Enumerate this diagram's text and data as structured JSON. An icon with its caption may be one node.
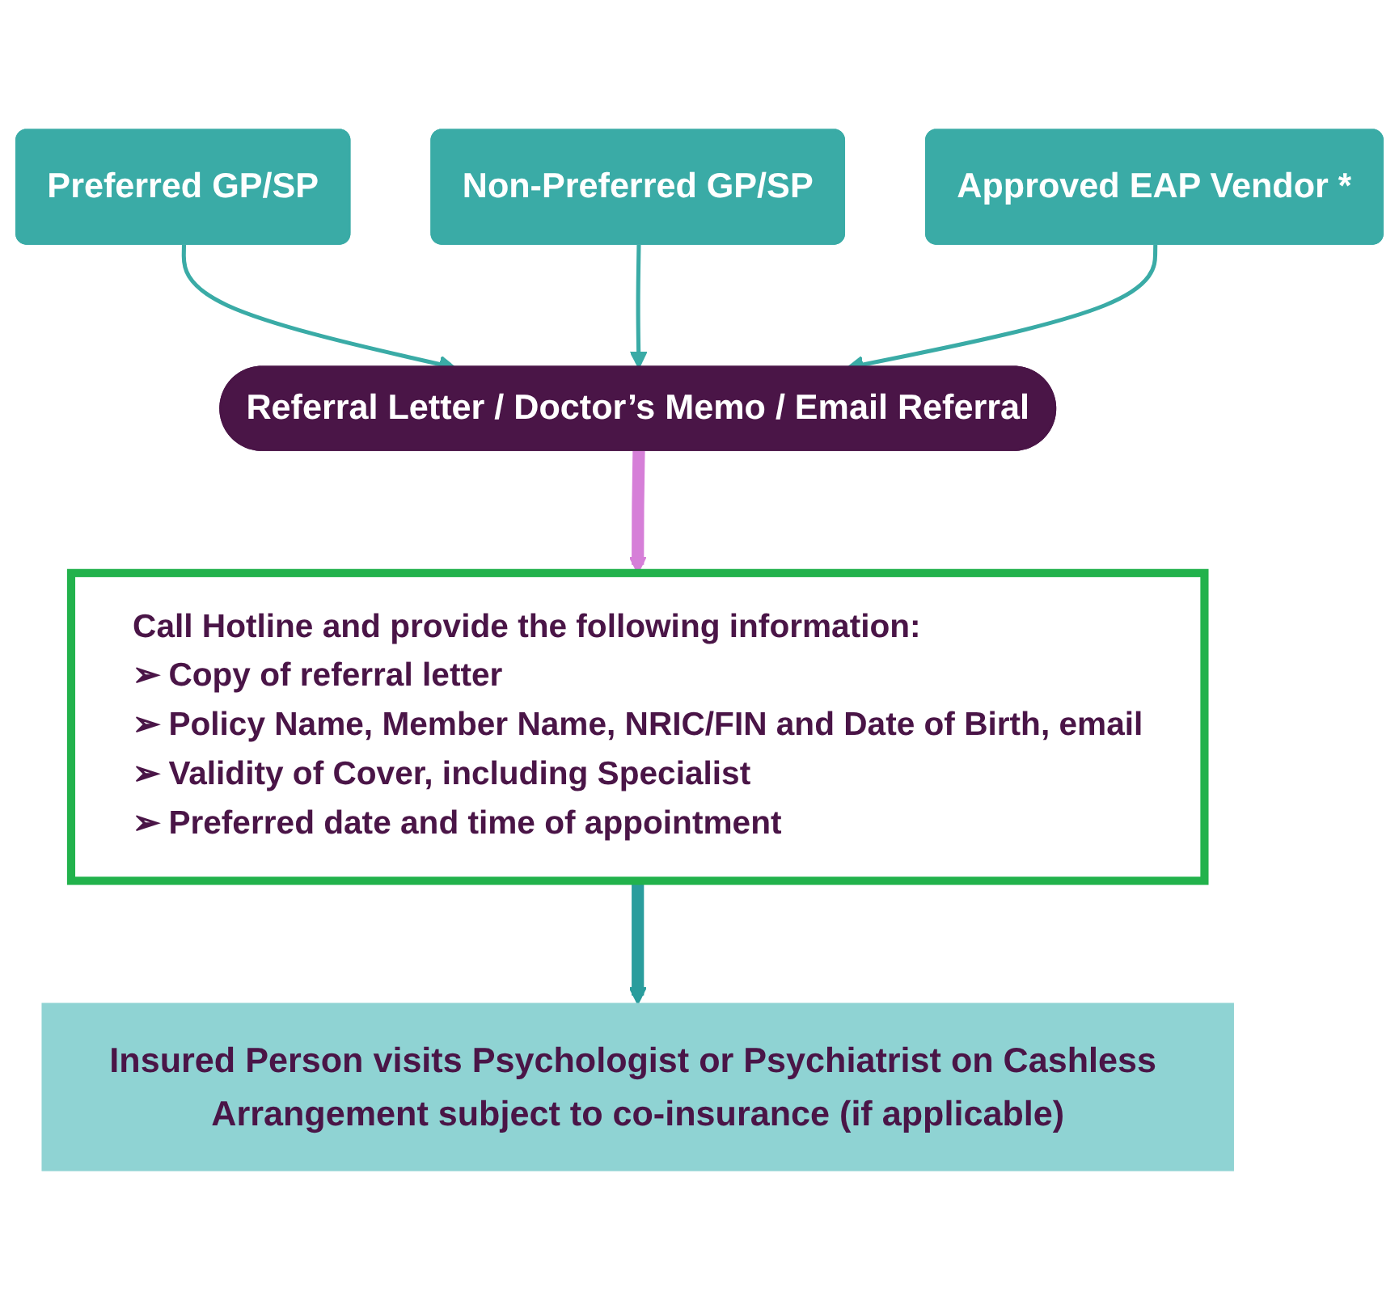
{
  "diagram": {
    "nodes": [
      {
        "text": [
          "Preferred GP/SP"
        ]
      },
      {
        "text": [
          "Non-Preferred GP/SP"
        ]
      },
      {
        "text": [
          "Approved EAP Vendor *"
        ]
      },
      {
        "text": [
          "Referral Letter / Doctor’s Memo / Email Referral"
        ]
      },
      {
        "text": [
          "Call Hotline and provide the following information:",
          "➢ Copy of referral letter",
          "➢ Policy Name, Member Name, NRIC/FIN and Date of Birth, email",
          "➢ Validity of Cover, including Specialist",
          "➢ Preferred date and time of appointment"
        ]
      },
      {
        "text": [
          "Insured Person visits Psychologist or Psychiatrist on Cashless Arrangement subject to co-insurance (if applicable)"
        ]
      }
    ],
    "edges": [
      {
        "from": 0,
        "to": 3,
        "arrow": "to"
      },
      {
        "from": 1,
        "to": 3,
        "arrow": "to"
      },
      {
        "from": 2,
        "to": 3,
        "arrow": "to"
      },
      {
        "from": 3,
        "to": 4,
        "arrow": "to",
        "style": "thick",
        "color": "#d67fd8"
      },
      {
        "from": 4,
        "to": 5,
        "arrow": "to",
        "style": "thick"
      }
    ]
  }
}
